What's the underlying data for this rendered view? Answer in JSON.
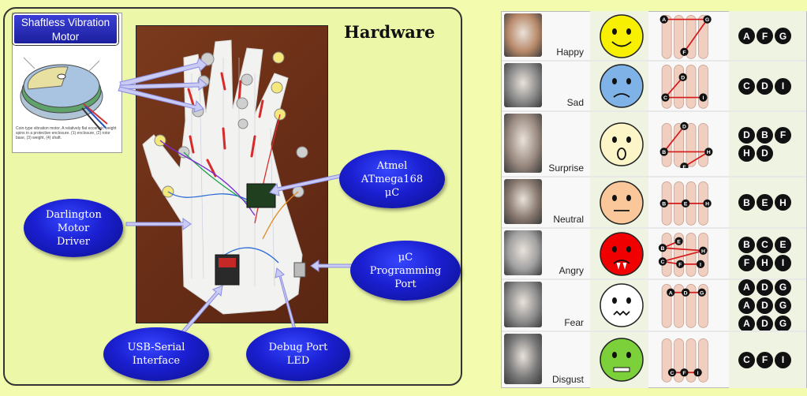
{
  "hardware": {
    "title": "Hardware",
    "motor": {
      "label": "Shaftless Vibration Motor",
      "caption": "Coin-type vibration motor. A relatively flat eccentric weight spins in a protective enclosure. (1) enclosure, (2) rotor base, (3) weight, (4) shaft."
    },
    "callouts": {
      "darlington": "Darlington Motor Driver",
      "atmel": "Atmel ATmega168 μC",
      "programming": "μC Programming Port",
      "usb": "USB-Serial Interface",
      "debug": "Debug Port LED"
    }
  },
  "emotions": [
    {
      "name": "Happy",
      "color": "#f7f000",
      "codes": [
        "A",
        "F",
        "G"
      ]
    },
    {
      "name": "Sad",
      "color": "#7fb2e6",
      "codes": [
        "C",
        "D",
        "I"
      ]
    },
    {
      "name": "Surprise",
      "color": "#fbf5c8",
      "codes": [
        "D",
        "B",
        "F",
        "H",
        "D"
      ]
    },
    {
      "name": "Neutral",
      "color": "#f9c79a",
      "codes": [
        "B",
        "E",
        "H"
      ]
    },
    {
      "name": "Angry",
      "color": "#f00000",
      "codes": [
        "B",
        "C",
        "E",
        "F",
        "H",
        "I"
      ]
    },
    {
      "name": "Fear",
      "color": "#ffffff",
      "codes": [
        "A",
        "D",
        "G",
        "A",
        "D",
        "G",
        "A",
        "D",
        "G"
      ]
    },
    {
      "name": "Disgust",
      "color": "#7cd13a",
      "codes": [
        "C",
        "F",
        "I"
      ]
    }
  ],
  "hand_labels": {
    "happy": [
      "A",
      "G",
      "F"
    ],
    "sad": [
      "D",
      "C",
      "I"
    ],
    "surprise": [
      "D",
      "B",
      "H",
      "F"
    ],
    "neutral": [
      "B",
      "E",
      "H"
    ],
    "angry": [
      "E",
      "B",
      "H",
      "C",
      "F",
      "I"
    ],
    "fear": [
      "A",
      "D",
      "G"
    ],
    "disgust": [
      "C",
      "F",
      "I"
    ]
  }
}
